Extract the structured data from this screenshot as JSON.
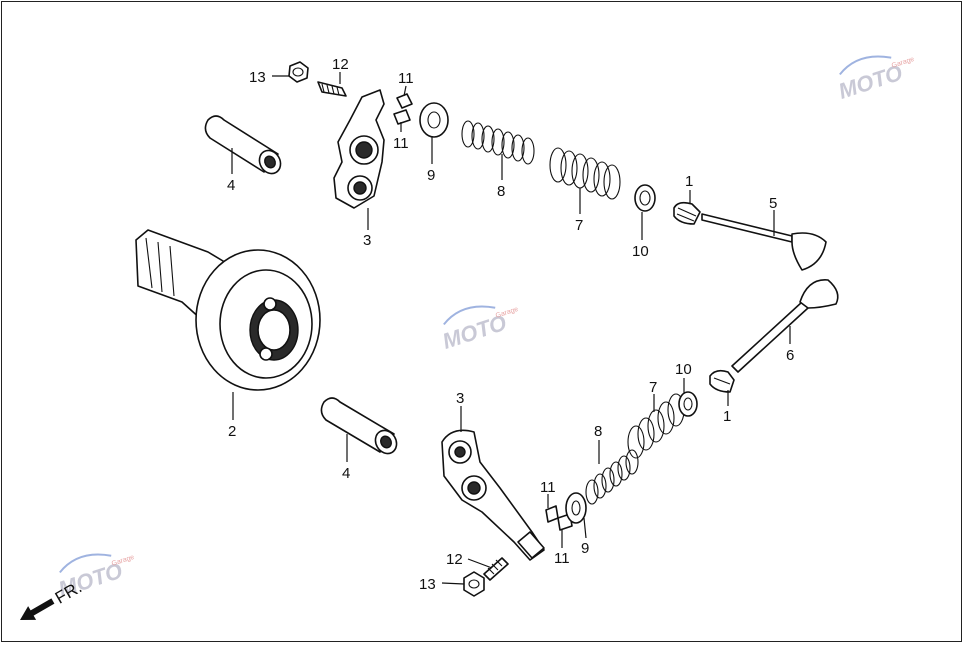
{
  "diagram": {
    "callouts": [
      {
        "id": "c13a",
        "label": "13"
      },
      {
        "id": "c12a",
        "label": "12"
      },
      {
        "id": "c11a",
        "label": "11"
      },
      {
        "id": "c11b",
        "label": "11"
      },
      {
        "id": "c9a",
        "label": "9"
      },
      {
        "id": "c8a",
        "label": "8"
      },
      {
        "id": "c7a",
        "label": "7"
      },
      {
        "id": "c10a",
        "label": "10"
      },
      {
        "id": "c1a",
        "label": "1"
      },
      {
        "id": "c5",
        "label": "5"
      },
      {
        "id": "c4a",
        "label": "4"
      },
      {
        "id": "c3a",
        "label": "3"
      },
      {
        "id": "c2",
        "label": "2"
      },
      {
        "id": "c6",
        "label": "6"
      },
      {
        "id": "c10b",
        "label": "10"
      },
      {
        "id": "c7b",
        "label": "7"
      },
      {
        "id": "c1b",
        "label": "1"
      },
      {
        "id": "c3b",
        "label": "3"
      },
      {
        "id": "c8b",
        "label": "8"
      },
      {
        "id": "c4b",
        "label": "4"
      },
      {
        "id": "c11c",
        "label": "11"
      },
      {
        "id": "c11d",
        "label": "11"
      },
      {
        "id": "c9b",
        "label": "9"
      },
      {
        "id": "c12b",
        "label": "12"
      },
      {
        "id": "c13b",
        "label": "13"
      }
    ],
    "front_indicator": "FR.",
    "watermark": {
      "text": "MOTO",
      "sub": "Garage"
    }
  }
}
